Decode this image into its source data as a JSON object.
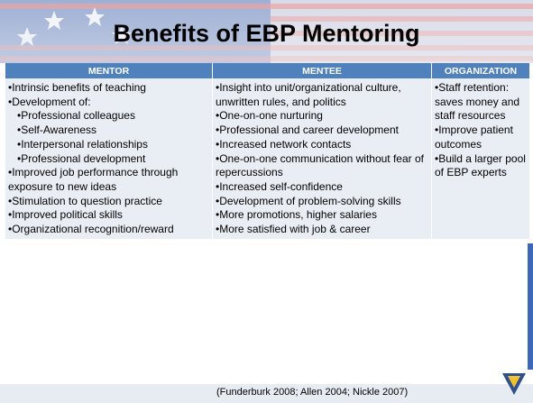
{
  "title": "Benefits of EBP Mentoring",
  "colors": {
    "header": "#4f81bd",
    "cell": "#e9edf4",
    "flag_blue": "#3b67b5",
    "badge_gold": "#f2c12e"
  },
  "table": {
    "headers": [
      "MENTOR",
      "MENTEE",
      "ORGANIZATION"
    ],
    "mentor": [
      {
        "text": "Intrinsic benefits of teaching",
        "level": 0
      },
      {
        "text": "Development of:",
        "level": 0
      },
      {
        "text": "Professional colleagues",
        "level": 1
      },
      {
        "text": "Self-Awareness",
        "level": 1
      },
      {
        "text": "Interpersonal relationships",
        "level": 1
      },
      {
        "text": "Professional development",
        "level": 1
      },
      {
        "text": "Improved job performance through exposure to new ideas",
        "level": 0
      },
      {
        "text": "Stimulation to question practice",
        "level": 0
      },
      {
        "text": "Improved political skills",
        "level": 0
      },
      {
        "text": "Organizational recognition/reward",
        "level": 0
      }
    ],
    "mentee": [
      "Insight into unit/organizational culture, unwritten rules, and politics",
      "One-on-one nurturing",
      "Professional and career development",
      "Increased network contacts",
      "One-on-one communication without fear of repercussions",
      "Increased self-confidence",
      "Development of problem-solving skills",
      "More promotions, higher salaries",
      "More satisfied with job & career"
    ],
    "organization": [
      "Staff retention: saves money and staff resources",
      "Improve patient outcomes",
      "Build a larger pool of EBP experts"
    ]
  },
  "citation": "(Funderburk 2008; Allen 2004; Nickle 2007)",
  "icons": [
    "flag-background",
    "shield-badge-icon"
  ]
}
